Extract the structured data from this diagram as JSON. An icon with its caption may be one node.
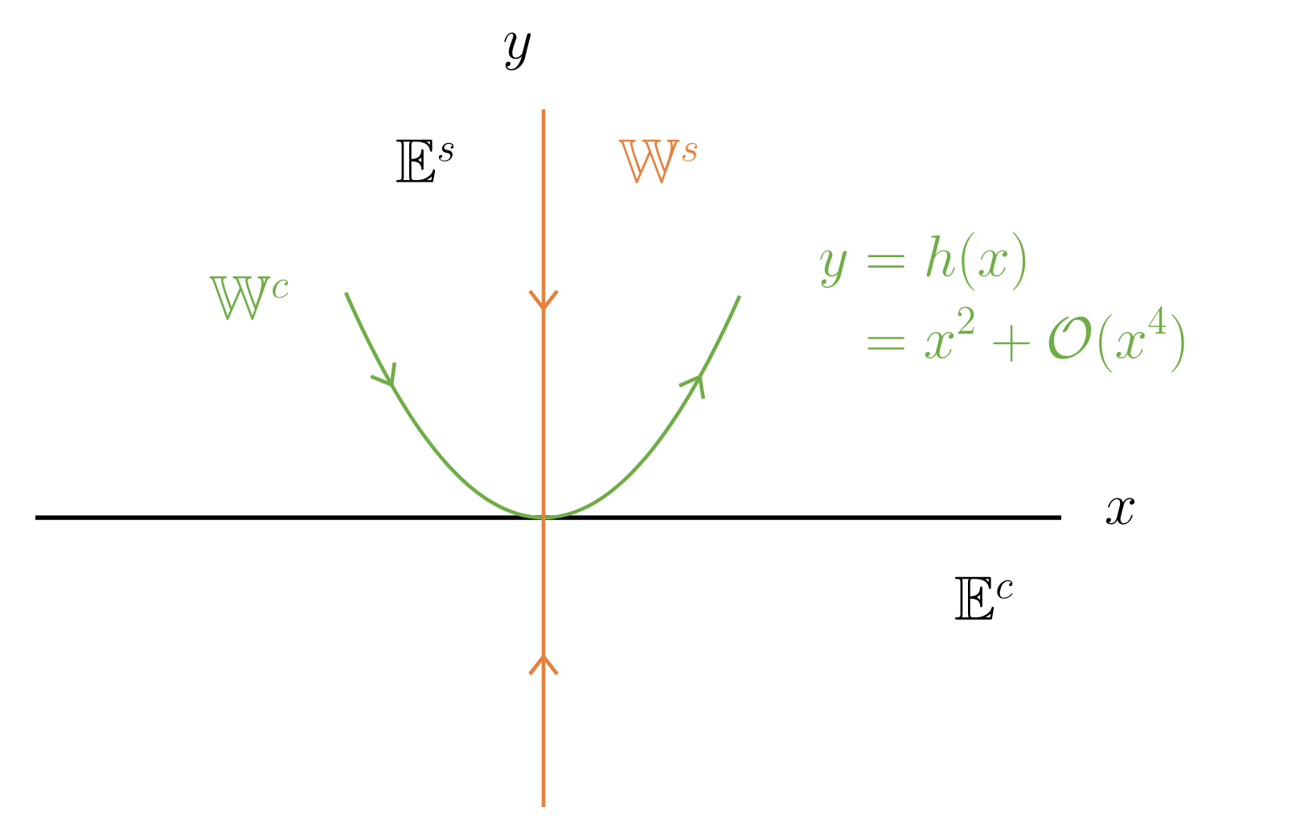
{
  "diagram": {
    "labels": [
      "y",
      "\\mathbb{E}^s",
      "\\mathbb{W}^s",
      "\\mathbb{W}^c",
      "\\begin{aligned} y &= h(x)\\\\ &= x^2+\\mathcal{O}(x^4)\\end{aligned}",
      "x",
      "\\mathbb{E}^c"
    ]
  }
}
